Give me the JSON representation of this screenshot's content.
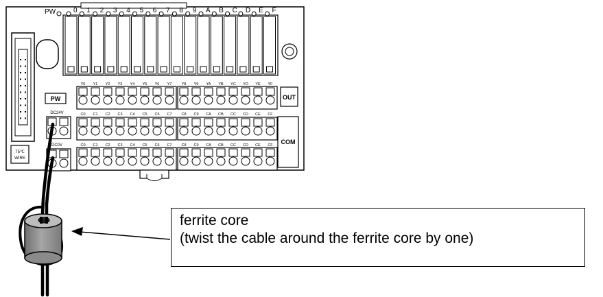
{
  "board": {
    "pw_led_label": "PW",
    "led_labels": [
      "0",
      "1",
      "2",
      "3",
      "4",
      "5",
      "6",
      "7",
      "8",
      "9",
      "A",
      "B",
      "C",
      "D",
      "E",
      "F"
    ],
    "output_row_labels": [
      "Y0",
      "Y1",
      "Y2",
      "Y3",
      "Y4",
      "Y5",
      "Y6",
      "Y7",
      "Y8",
      "Y9",
      "YA",
      "YB",
      "YC",
      "YD",
      "YE",
      "YF"
    ],
    "common_row_labels": [
      "C0",
      "C1",
      "C2",
      "C3",
      "C4",
      "C5",
      "C6",
      "C7",
      "C8",
      "C9",
      "CA",
      "CB",
      "CC",
      "CD",
      "CE",
      "CF"
    ],
    "out_label": "OUT",
    "com_label": "COM",
    "pw_box_label": "PW",
    "dc24v_label": "DC24V",
    "dc0v_label": "DC0V",
    "wire_rating_line1": "75℃",
    "wire_rating_line2": "WIRE"
  },
  "callout": {
    "line1": "ferrite core",
    "line2": "(twist the cable around the ferrite core by one)"
  }
}
